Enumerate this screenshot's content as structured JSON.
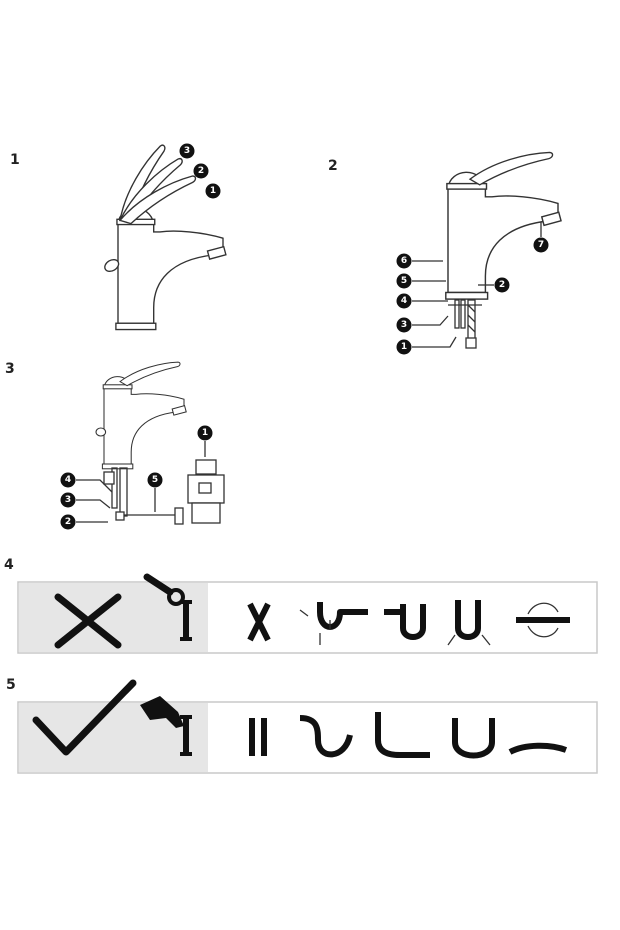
{
  "steps": [
    {
      "label": "1",
      "callouts": [
        "3",
        "2",
        "1"
      ]
    },
    {
      "label": "2",
      "callouts": [
        "6",
        "5",
        "4",
        "3",
        "1",
        "2",
        "7"
      ]
    },
    {
      "label": "3",
      "callouts": [
        "1",
        "5",
        "4",
        "3",
        "2"
      ]
    },
    {
      "label": "4",
      "meaning": "incorrect",
      "icon": "cross-icon"
    },
    {
      "label": "5",
      "meaning": "correct",
      "icon": "checkmark-icon"
    }
  ],
  "colors": {
    "panel_gray": "#e6e6e6",
    "ink": "#111111",
    "border": "#c8c8c8"
  }
}
